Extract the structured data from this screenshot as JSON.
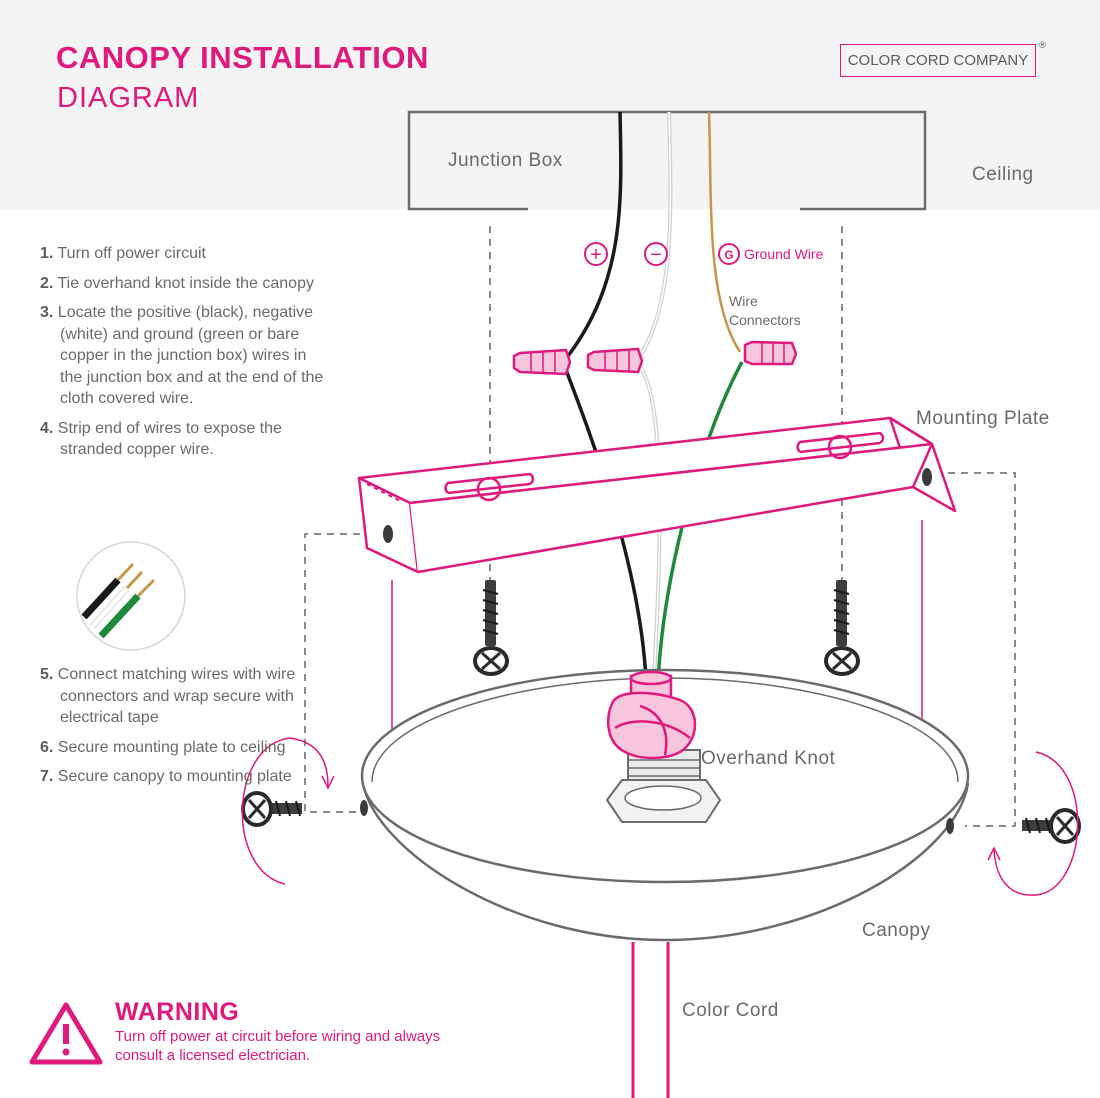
{
  "header": {
    "title": "CANOPY INSTALLATION",
    "subtitle": "DIAGRAM",
    "brand": "COLOR CORD COMPANY",
    "registered_mark": "®"
  },
  "labels": {
    "junction_box": "Junction Box",
    "ceiling": "Ceiling",
    "ground_wire": "Ground Wire",
    "ground_symbol": "G",
    "positive_symbol": "+",
    "negative_symbol": "−",
    "wire_connectors_line1": "Wire",
    "wire_connectors_line2": "Connectors",
    "mounting_plate": "Mounting Plate",
    "overhand_knot": "Overhand Knot",
    "canopy": "Canopy",
    "color_cord": "Color Cord"
  },
  "steps": [
    {
      "num": "1.",
      "text": "Turn off power circuit"
    },
    {
      "num": "2.",
      "text": "Tie overhand knot inside the canopy"
    },
    {
      "num": "3.",
      "text": "Locate the positive (black), negative (white) and ground (green or bare copper in the junction box) wires in the junction box and at the end of the cloth covered wire."
    },
    {
      "num": "4.",
      "text": "Strip end of wires to expose the stranded copper wire."
    },
    {
      "num": "5.",
      "text": "Connect matching wires with wire connectors and wrap secure with electrical tape"
    },
    {
      "num": "6.",
      "text": "Secure mounting plate to ceiling"
    },
    {
      "num": "7.",
      "text": "Secure canopy to mounting plate"
    }
  ],
  "warning": {
    "title": "WARNING",
    "text": "Turn off power at circuit before wiring and always consult a licensed electrician."
  },
  "colors": {
    "accent": "#e0197d",
    "ceiling_band": "#f4f4f4",
    "line": "#6b6b6b",
    "hot_wire": "#1a1a1a",
    "neutral_wire": "#d9d9d9",
    "ground_wire": "#1d8a3c",
    "copper": "#c8964a"
  }
}
